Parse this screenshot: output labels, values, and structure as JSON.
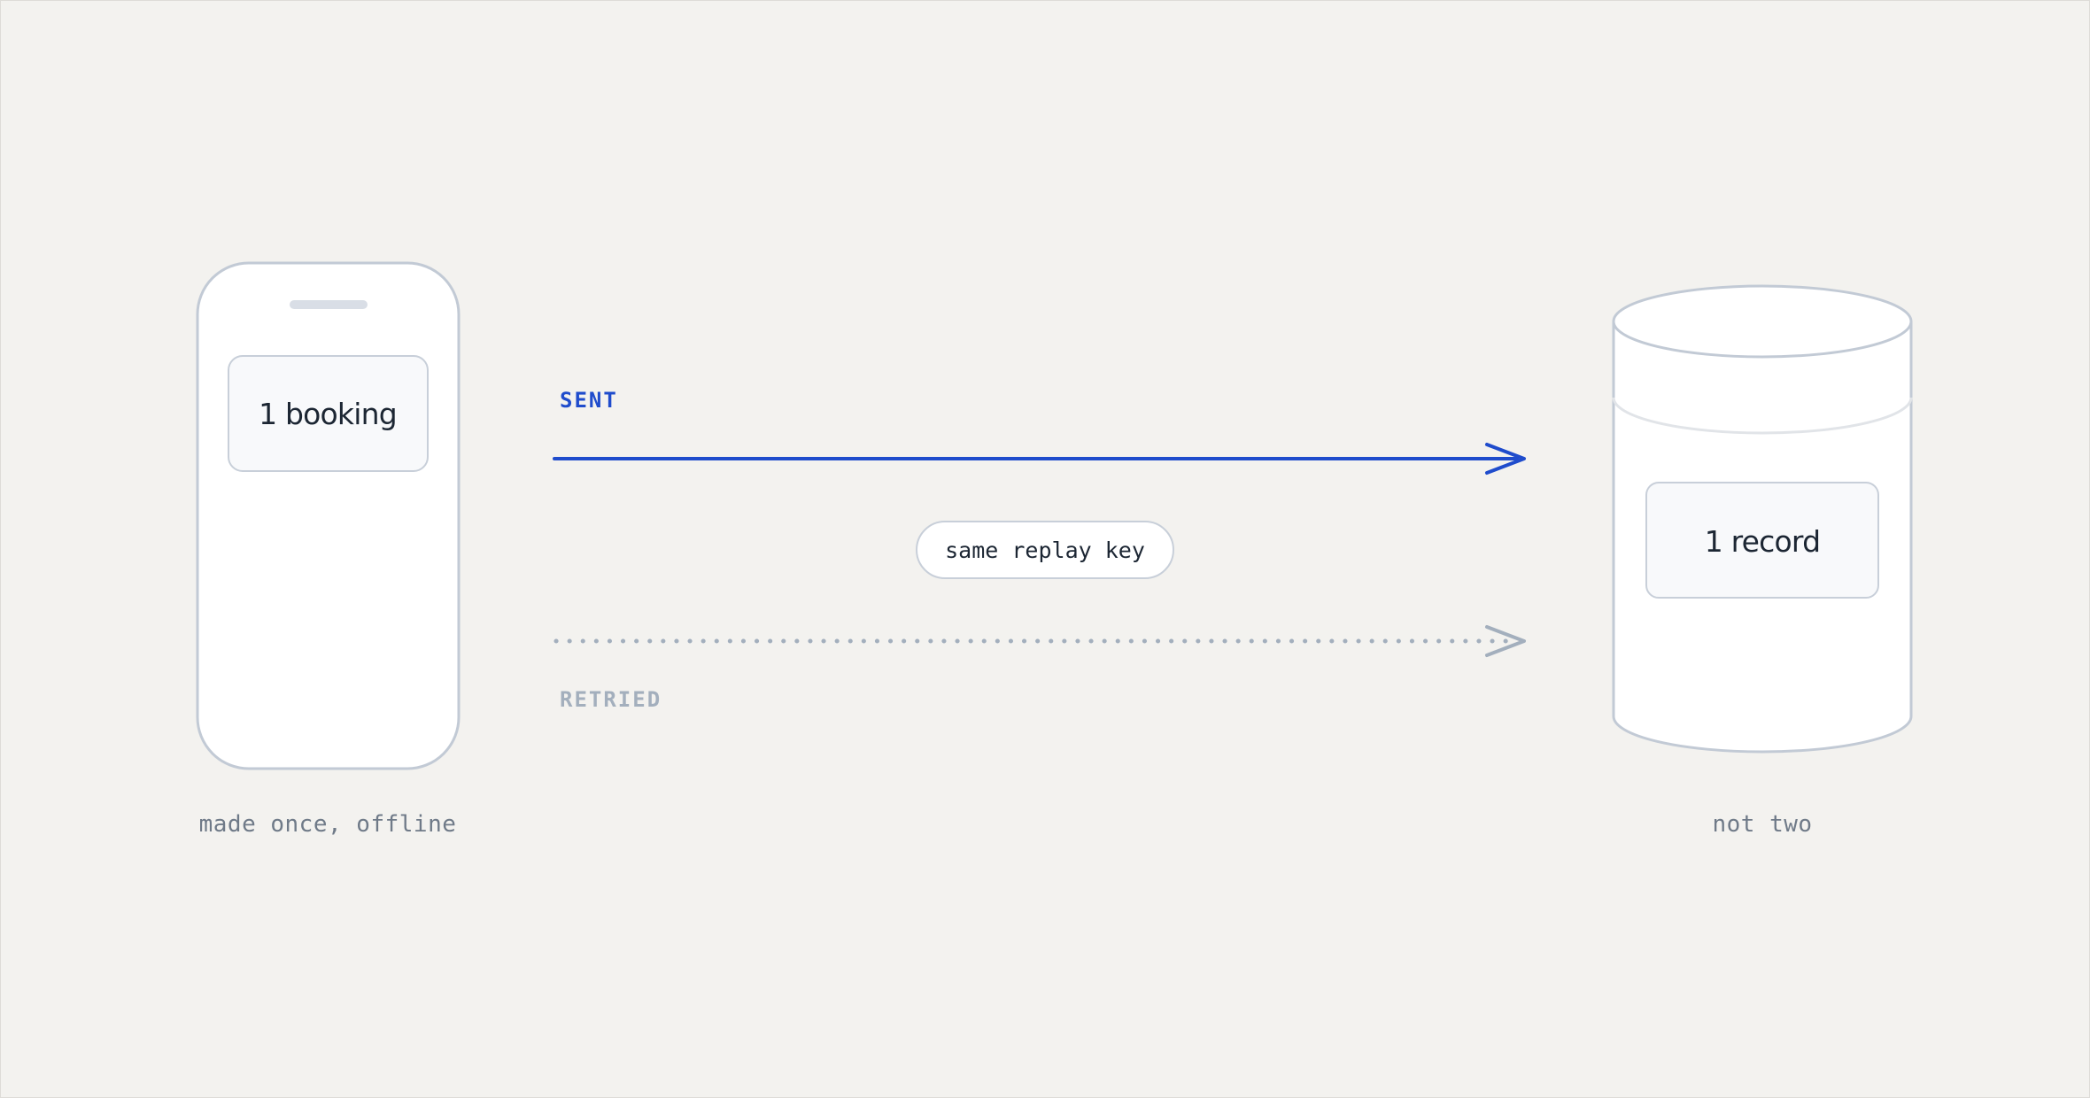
{
  "device": {
    "card_label": "1 booking",
    "caption": "made once, offline"
  },
  "arrows": {
    "sent_label": "SENT",
    "retried_label": "RETRIED",
    "key_pill": "same replay key"
  },
  "store": {
    "card_label": "1 record",
    "caption": "not two"
  },
  "colors": {
    "background": "#f3f2ef",
    "outline": "#c2cad5",
    "sent": "#1f4ccc",
    "retried": "#a3afbd",
    "card_fill": "#f8f9fb",
    "text": "#1c2633",
    "caption": "#6f7a88"
  }
}
